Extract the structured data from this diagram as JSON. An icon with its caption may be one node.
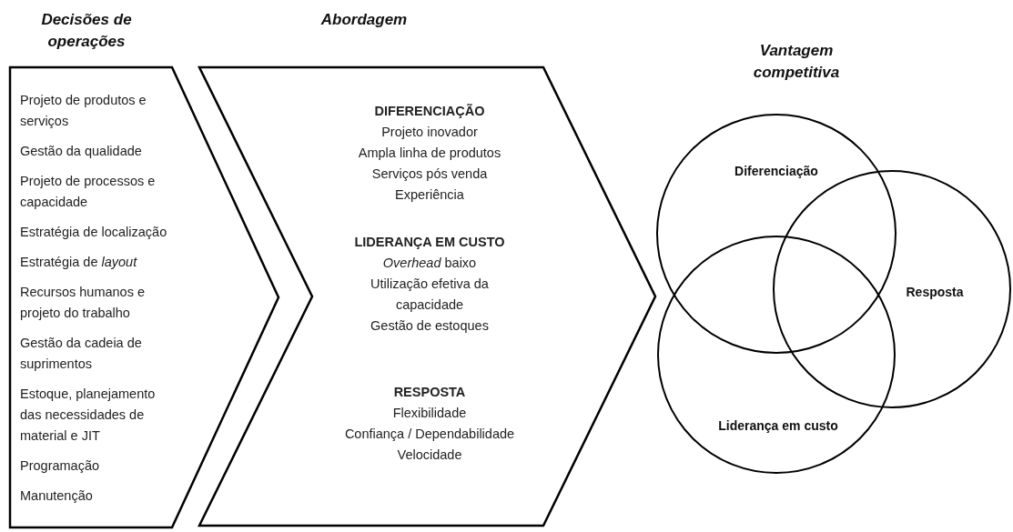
{
  "diagram": {
    "nodes": [
      {
        "text": [
          "Decisões de operações",
          "Projeto de produtos e serviços",
          "Gestão da qualidade",
          "Projeto de processos e capacidade",
          "Estratégia de localização",
          "Estratégia de *layout*",
          "Recursos humanos e projeto do trabalho",
          "Gestão da cadeia de suprimentos",
          "Estoque, planejamento das necessidades de material e JIT",
          "Programação",
          "Manutenção"
        ]
      },
      {
        "text": [
          "Abordagem",
          "DIFERENCIAÇÃO",
          "Projeto inovador",
          "Ampla linha de produtos",
          "Serviços pós venda",
          "Experiência",
          "LIDERANÇA EM CUSTO",
          "*Overhead* baixo",
          "Utilização efetiva da capacidade",
          "Gestão de estoques",
          "RESPOSTA",
          "Flexibilidade",
          "Confiança / Dependabilidade",
          "Velocidade"
        ]
      },
      {
        "text": [
          "Vantagem competitiva"
        ]
      },
      {
        "text": [
          "Diferenciação"
        ]
      },
      {
        "text": [
          "Resposta"
        ]
      },
      {
        "text": [
          "Liderança em custo"
        ]
      }
    ]
  }
}
